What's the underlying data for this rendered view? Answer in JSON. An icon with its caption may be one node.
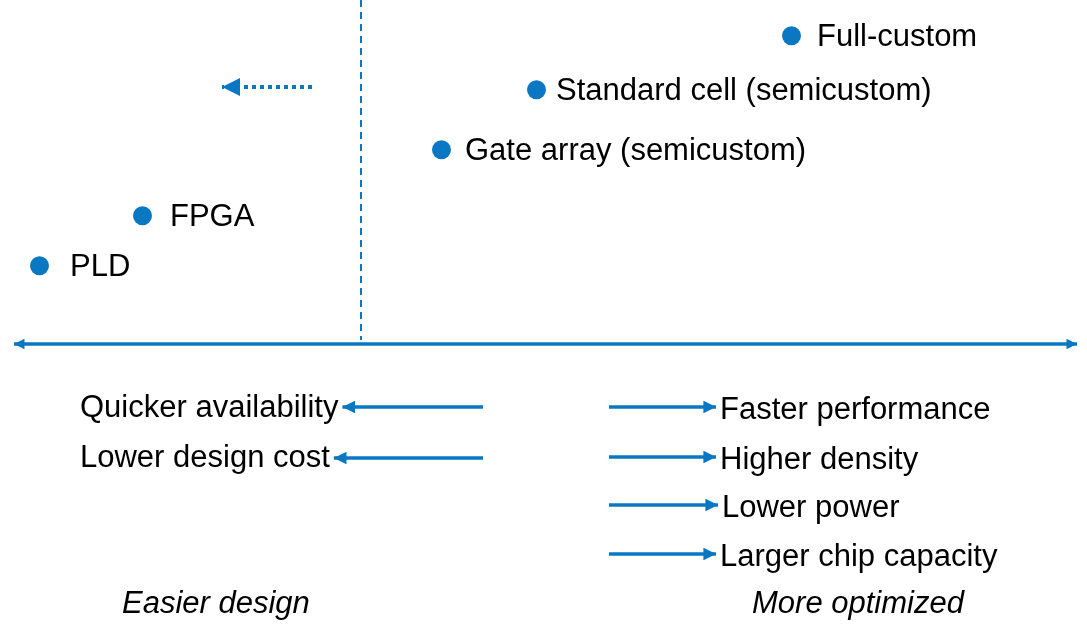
{
  "diagram": {
    "nodes": [
      {
        "text": [
          "Full-custom"
        ]
      },
      {
        "text": [
          "Standard cell (semicustom)"
        ]
      },
      {
        "text": [
          "Gate array (semicustom)"
        ]
      },
      {
        "text": [
          "FPGA"
        ]
      },
      {
        "text": [
          "PLD"
        ]
      },
      {
        "text": [
          "Quicker availability"
        ]
      },
      {
        "text": [
          "Lower design cost"
        ]
      },
      {
        "text": [
          "Faster performance"
        ]
      },
      {
        "text": [
          "Higher density"
        ]
      },
      {
        "text": [
          "Lower power"
        ]
      },
      {
        "text": [
          "Larger chip capacity"
        ]
      }
    ],
    "edges": [
      {
        "from": null,
        "to": 5,
        "arrow": "to"
      },
      {
        "from": null,
        "to": 6,
        "arrow": "to"
      },
      {
        "from": null,
        "to": 7,
        "arrow": "to"
      },
      {
        "from": null,
        "to": 8,
        "arrow": "to"
      },
      {
        "from": null,
        "to": 9,
        "arrow": "to"
      },
      {
        "from": null,
        "to": 10,
        "arrow": "to"
      }
    ],
    "labels": [
      "Easier design",
      "More optimized"
    ]
  }
}
